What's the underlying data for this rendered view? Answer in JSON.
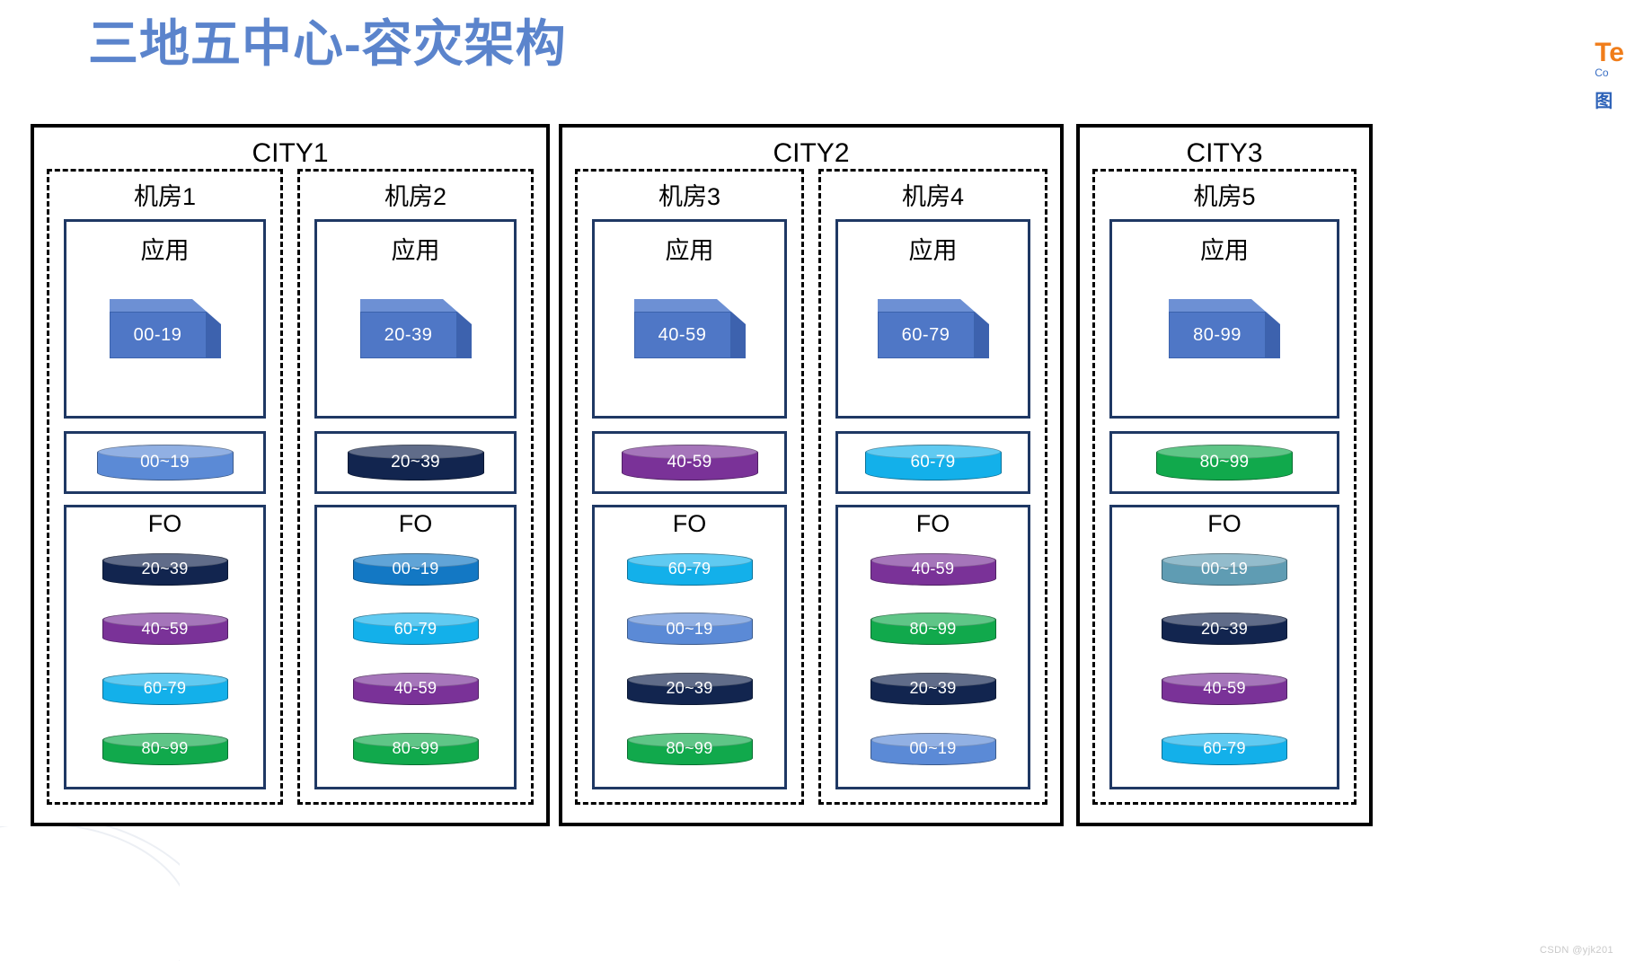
{
  "title": "三地五中心-容灾架构",
  "logo": {
    "top": "Te",
    "sub": "Co",
    "cn": "图"
  },
  "watermark": "CSDN @yjk201",
  "labels": {
    "app": "应用",
    "fo": "FO"
  },
  "colors": {
    "blue_mid": "#5b8ad6",
    "navy_dark": "#12254f",
    "purple": "#7a3298",
    "cyan": "#13b0ea",
    "green": "#11a94c",
    "teal": "#5f9cb3",
    "cube_front": "#4f77c6",
    "frame_blue": "#1f3864",
    "title_blue": "#5b84cc"
  },
  "cities": [
    {
      "name": "CITY1",
      "rooms": [
        {
          "name": "机房1",
          "app_value": "00-19",
          "db": {
            "label": "00~19",
            "color": "#5b8ad6"
          },
          "fo": [
            {
              "label": "20~39",
              "color": "#12254f"
            },
            {
              "label": "40~59",
              "color": "#7a3298"
            },
            {
              "label": "60-79",
              "color": "#13b0ea"
            },
            {
              "label": "80~99",
              "color": "#11a94c"
            }
          ]
        },
        {
          "name": "机房2",
          "app_value": "20-39",
          "db": {
            "label": "20~39",
            "color": "#12254f"
          },
          "fo": [
            {
              "label": "00~19",
              "color": "#1378c4"
            },
            {
              "label": "60-79",
              "color": "#13b0ea"
            },
            {
              "label": "40-59",
              "color": "#7a3298"
            },
            {
              "label": "80~99",
              "color": "#11a94c"
            }
          ]
        }
      ]
    },
    {
      "name": "CITY2",
      "rooms": [
        {
          "name": "机房3",
          "app_value": "40-59",
          "db": {
            "label": "40-59",
            "color": "#7a3298"
          },
          "fo": [
            {
              "label": "60-79",
              "color": "#13b0ea"
            },
            {
              "label": "00~19",
              "color": "#5b8ad6"
            },
            {
              "label": "20~39",
              "color": "#12254f"
            },
            {
              "label": "80~99",
              "color": "#11a94c"
            }
          ]
        },
        {
          "name": "机房4",
          "app_value": "60-79",
          "db": {
            "label": "60-79",
            "color": "#13b0ea"
          },
          "fo": [
            {
              "label": "40-59",
              "color": "#7a3298"
            },
            {
              "label": "80~99",
              "color": "#11a94c"
            },
            {
              "label": "20~39",
              "color": "#12254f"
            },
            {
              "label": "00~19",
              "color": "#5b8ad6"
            }
          ]
        }
      ]
    },
    {
      "name": "CITY3",
      "rooms": [
        {
          "name": "机房5",
          "app_value": "80-99",
          "db": {
            "label": "80~99",
            "color": "#11a94c"
          },
          "fo": [
            {
              "label": "00~19",
              "color": "#5f9cb3"
            },
            {
              "label": "20~39",
              "color": "#12254f"
            },
            {
              "label": "40-59",
              "color": "#7a3298"
            },
            {
              "label": "60-79",
              "color": "#13b0ea"
            }
          ]
        }
      ]
    }
  ]
}
